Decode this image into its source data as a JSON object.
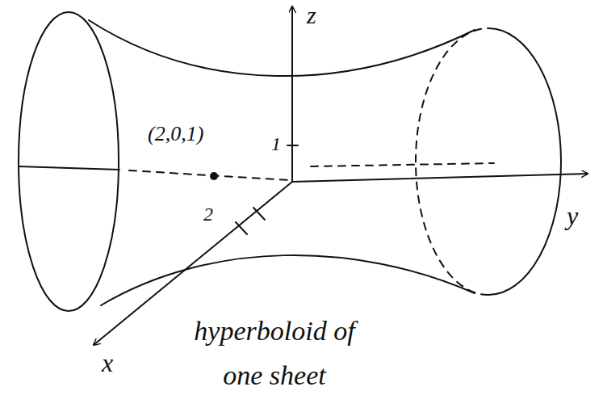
{
  "diagram": {
    "labels": [
      "z",
      "(2,0,1)",
      "1",
      "2",
      "y",
      "x",
      "hyperboloid of one sheet"
    ]
  }
}
